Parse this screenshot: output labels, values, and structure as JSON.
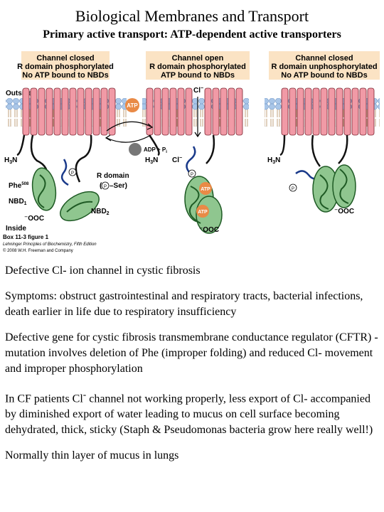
{
  "header": {
    "title": "Biological Membranes and Transport",
    "subtitle": "Primary active transport: ATP-dependent active transporters"
  },
  "figure": {
    "panels": [
      {
        "line1": "Channel closed",
        "line2": "R domain phosphorylated",
        "line3": "No ATP bound to NBDs"
      },
      {
        "line1": "Channel open",
        "line2": "R domain phosphorylated",
        "line3": "ATP bound to NBDs"
      },
      {
        "line1": "Channel closed",
        "line2": "R domain unphosphorylated",
        "line3": "No ATP bound to NBDs"
      }
    ],
    "outside_label": "Outside",
    "inside_label": "Inside",
    "atp_label": "ATP",
    "adp_label": "ADP + P",
    "adp_sub": "i",
    "cl_label": "Cl",
    "h3n_label": "H",
    "h3n_label_sub": "3",
    "h3n_label_end": "N",
    "p_label": "P",
    "r_domain_label": "R domain",
    "ser_label": "–Ser)",
    "phe_label": "Phe",
    "phe_num": "508",
    "nbd1_label": "NBD",
    "nbd1_sub": "1",
    "nbd2_label": "NBD",
    "nbd2_sub": "2",
    "ooc_label": "OOC",
    "caption1": "Box 11-3 figure 1",
    "caption2": "Lehninger Principles of Biochemistry, Fifth Edition",
    "caption3": "© 2008 W.H. Freeman and Company"
  },
  "paragraphs": {
    "p1": "Defective Cl- ion channel in cystic fibrosis",
    "p2": "Symptoms: obstruct gastrointestinal and respiratory tracts, bacterial infections, death earlier in life due to respiratory insufficiency",
    "p3": "Defective gene for cystic fibrosis transmembrane conductance regulator (CFTR) - mutation involves deletion of Phe (improper folding) and reduced Cl- movement and improper phosphorylation",
    "p4_a": "In CF patients Cl",
    "p4_sup": "-",
    "p4_b": " channel not working properly, less export of Cl- accompanied by diminished export of water leading to mucus on cell surface becoming dehydrated, thick, sticky (Staph & Pseudomonas bacteria grow here really well!)",
    "p5": "Normally thin layer of mucus in lungs"
  },
  "colors": {
    "membrane_head": "#a9c6e8",
    "membrane_core": "#fbe3c4",
    "helix": "#f19aa6",
    "helix_stroke": "#7a2430",
    "nbd_fill": "#8fc68f",
    "nbd_stroke": "#1e5a24",
    "loop": "#111111",
    "rdomain": "#1a3a8a",
    "atp": "#e98a46",
    "label_box": "#fbe3c4"
  }
}
